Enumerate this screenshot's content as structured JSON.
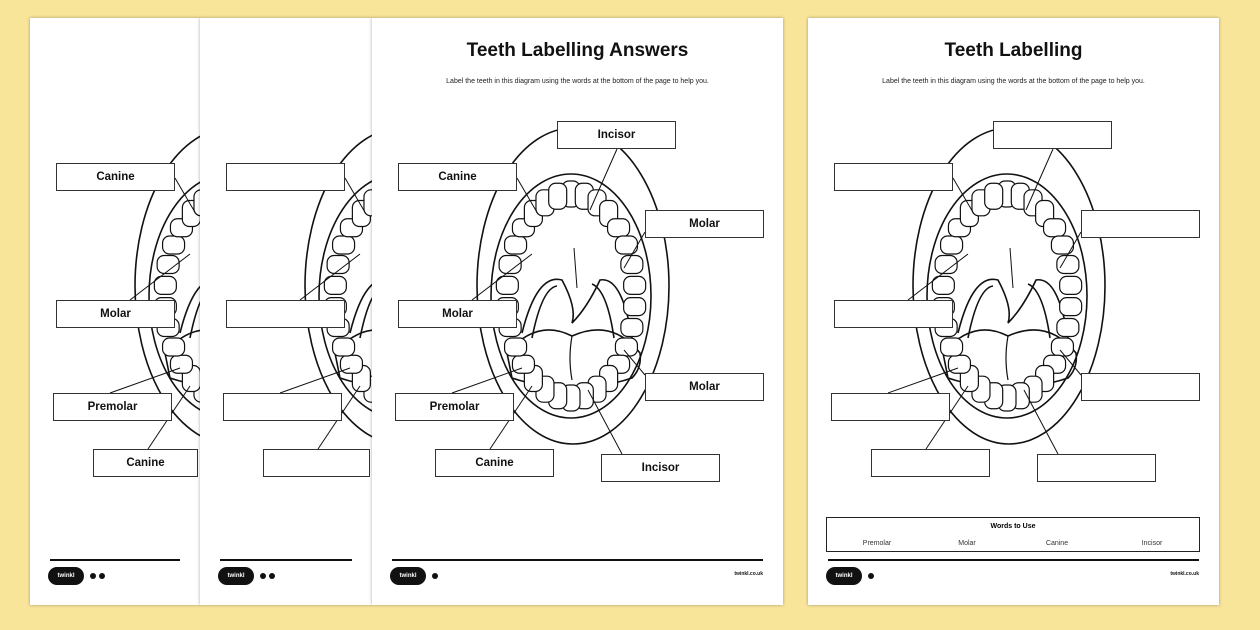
{
  "background_color": "#f8e59a",
  "answers_sheet": {
    "title": "Teeth Labelling Answers",
    "instructions": "Label the teeth in this diagram using the words at the bottom of the page to help you.",
    "labels": {
      "top_incisor": "Incisor",
      "upper_left_canine": "Canine",
      "upper_right_molar": "Molar",
      "left_molar": "Molar",
      "lower_right_molar": "Molar",
      "premolar": "Premolar",
      "lower_canine": "Canine",
      "lower_incisor": "Incisor"
    }
  },
  "blank_sheet": {
    "title": "Teeth Labelling",
    "instructions": "Label the teeth in this diagram using the words at the bottom of the page to help you.",
    "words_to_use": {
      "title": "Words to Use",
      "words": [
        "Premolar",
        "Molar",
        "Canine",
        "Incisor"
      ]
    }
  },
  "footer": {
    "logo": "twinkl",
    "url": "twinkl.co.uk"
  }
}
